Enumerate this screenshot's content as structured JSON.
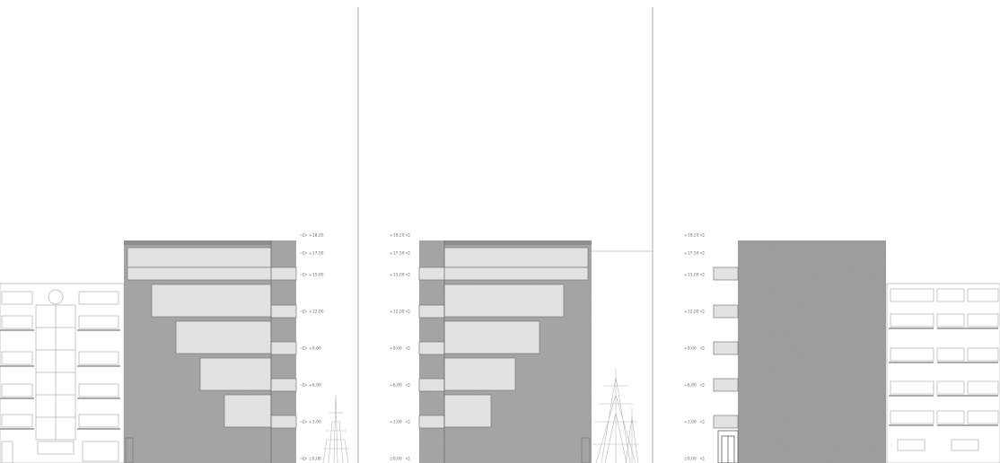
{
  "drawing": {
    "panels": [
      {
        "id": "left",
        "levels": [
          "+18,20",
          "+17,50",
          "+15,00",
          "+12,00",
          "+9,00",
          "+6,00",
          "+3,00",
          "±0,00"
        ],
        "levels_side": "right"
      },
      {
        "id": "middle",
        "levels": [
          "+18,20",
          "+17,50",
          "+15,00",
          "+12,00",
          "+9,00",
          "+6,00",
          "+3,00",
          "±0,00"
        ],
        "levels_side": "left"
      },
      {
        "id": "right",
        "levels": [
          "+18,20",
          "+17,50",
          "+15,00",
          "+12,00",
          "+9,00",
          "+6,00",
          "+3,00",
          "±0,00"
        ],
        "levels_side": "left"
      }
    ],
    "colors": {
      "concrete": "#a6a6a6",
      "concrete_dark": "#8e8e8e",
      "balcony": "#e2e2e2",
      "line": "#7a7a7a",
      "background": "#ffffff"
    }
  }
}
